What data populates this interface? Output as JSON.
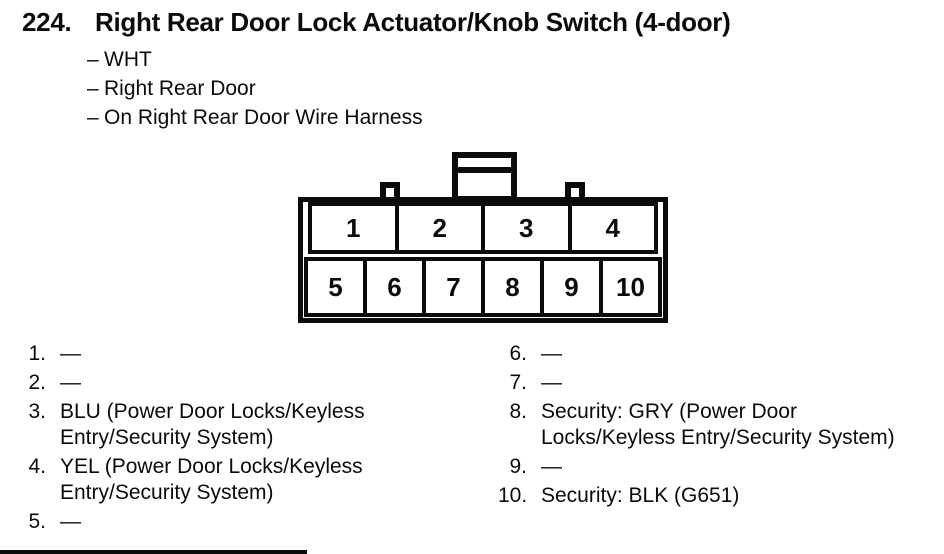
{
  "header": {
    "item_number": "224.",
    "title": "Right Rear Door Lock Actuator/Knob Switch (4-door)",
    "bullet_marker": "–",
    "bullets": [
      "WHT",
      "Right Rear Door",
      "On Right Rear Door Wire Harness"
    ]
  },
  "connector": {
    "description": "10-cavity connector, face view, with center latch tab and two small index tabs on top",
    "top_row_cavities": [
      "1",
      "2",
      "3",
      "4"
    ],
    "bottom_row_cavities": [
      "5",
      "6",
      "7",
      "8",
      "9",
      "10"
    ]
  },
  "pins": {
    "left": [
      {
        "num": "1.",
        "desc": "—"
      },
      {
        "num": "2.",
        "desc": "—"
      },
      {
        "num": "3.",
        "desc": "BLU (Power Door Locks/Keyless Entry/Security System)"
      },
      {
        "num": "4.",
        "desc": "YEL (Power Door Locks/Keyless Entry/Security System)"
      },
      {
        "num": "5.",
        "desc": "—"
      }
    ],
    "right": [
      {
        "num": "6.",
        "desc": "—"
      },
      {
        "num": "7.",
        "desc": "—"
      },
      {
        "num": "8.",
        "desc": "Security: GRY (Power Door Locks/Keyless Entry/Security System)"
      },
      {
        "num": "9.",
        "desc": "—"
      },
      {
        "num": "10.",
        "desc": "Security: BLK (G651)"
      }
    ]
  },
  "colors": {
    "ink": "#0b0b0b",
    "paper": "#ffffff"
  }
}
